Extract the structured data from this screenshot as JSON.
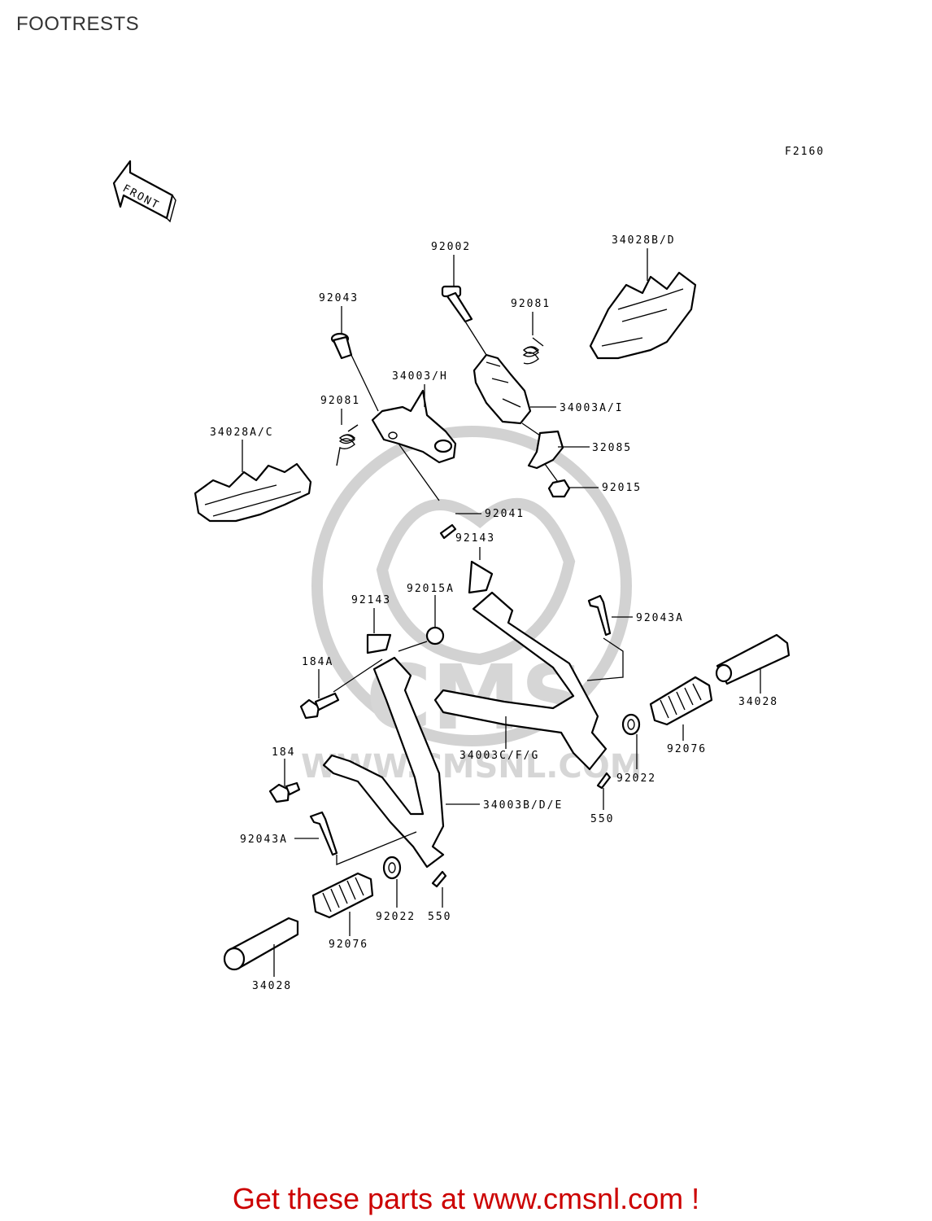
{
  "page": {
    "title": "FOOTRESTS"
  },
  "diagram": {
    "figure_code": "F2160",
    "direction_arrow": "FRONT",
    "watermark": {
      "text": "CMS",
      "url": "WWW.CMSNL.COM"
    },
    "part_labels": [
      "92002",
      "34028B/D",
      "92043",
      "92081",
      "34003/H",
      "92081",
      "34003A/I",
      "34028A/C",
      "32085",
      "92015",
      "92041",
      "92143",
      "92015A",
      "92143",
      "92043A",
      "184A",
      "34028",
      "34003C/F/G",
      "92076",
      "92022",
      "184",
      "34003B/D/E",
      "550",
      "92043A",
      "92022",
      "550",
      "92076",
      "34028"
    ]
  },
  "footer": {
    "promo": "Get these parts at www.cmsnl.com !",
    "color": "#cc0000"
  }
}
